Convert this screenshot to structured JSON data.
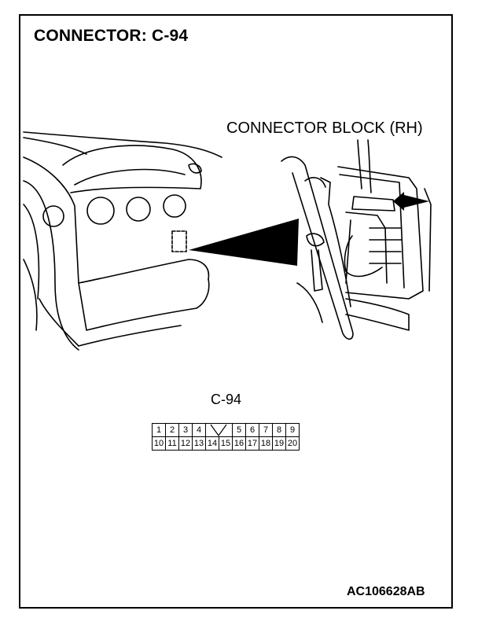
{
  "title": "CONNECTOR: C-94",
  "connector_block_label": "CONNECTOR BLOCK (RH)",
  "connector_label": "C-94",
  "reference_code": "AC106628AB",
  "pins": {
    "top_row": [
      "1",
      "2",
      "3",
      "4",
      "",
      "5",
      "6",
      "7",
      "8",
      "9"
    ],
    "bottom_row": [
      "10",
      "11",
      "12",
      "13",
      "14",
      "15",
      "16",
      "17",
      "18",
      "19",
      "20"
    ]
  }
}
